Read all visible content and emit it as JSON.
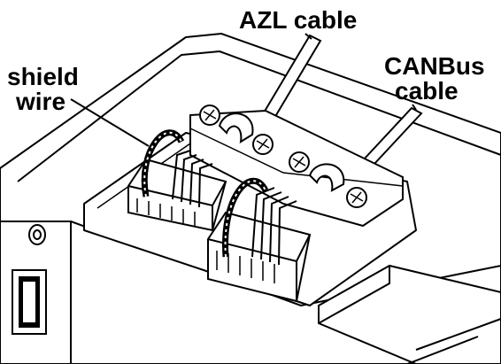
{
  "labels": {
    "azl_cable": "AZL cable",
    "canbus_line1": "CANBus",
    "canbus_line2": "cable",
    "shield_line1": "shield",
    "shield_line2": "wire"
  },
  "colors": {
    "ink": "#000000",
    "paper": "#ffffff",
    "shade": "#c8c8c8"
  }
}
